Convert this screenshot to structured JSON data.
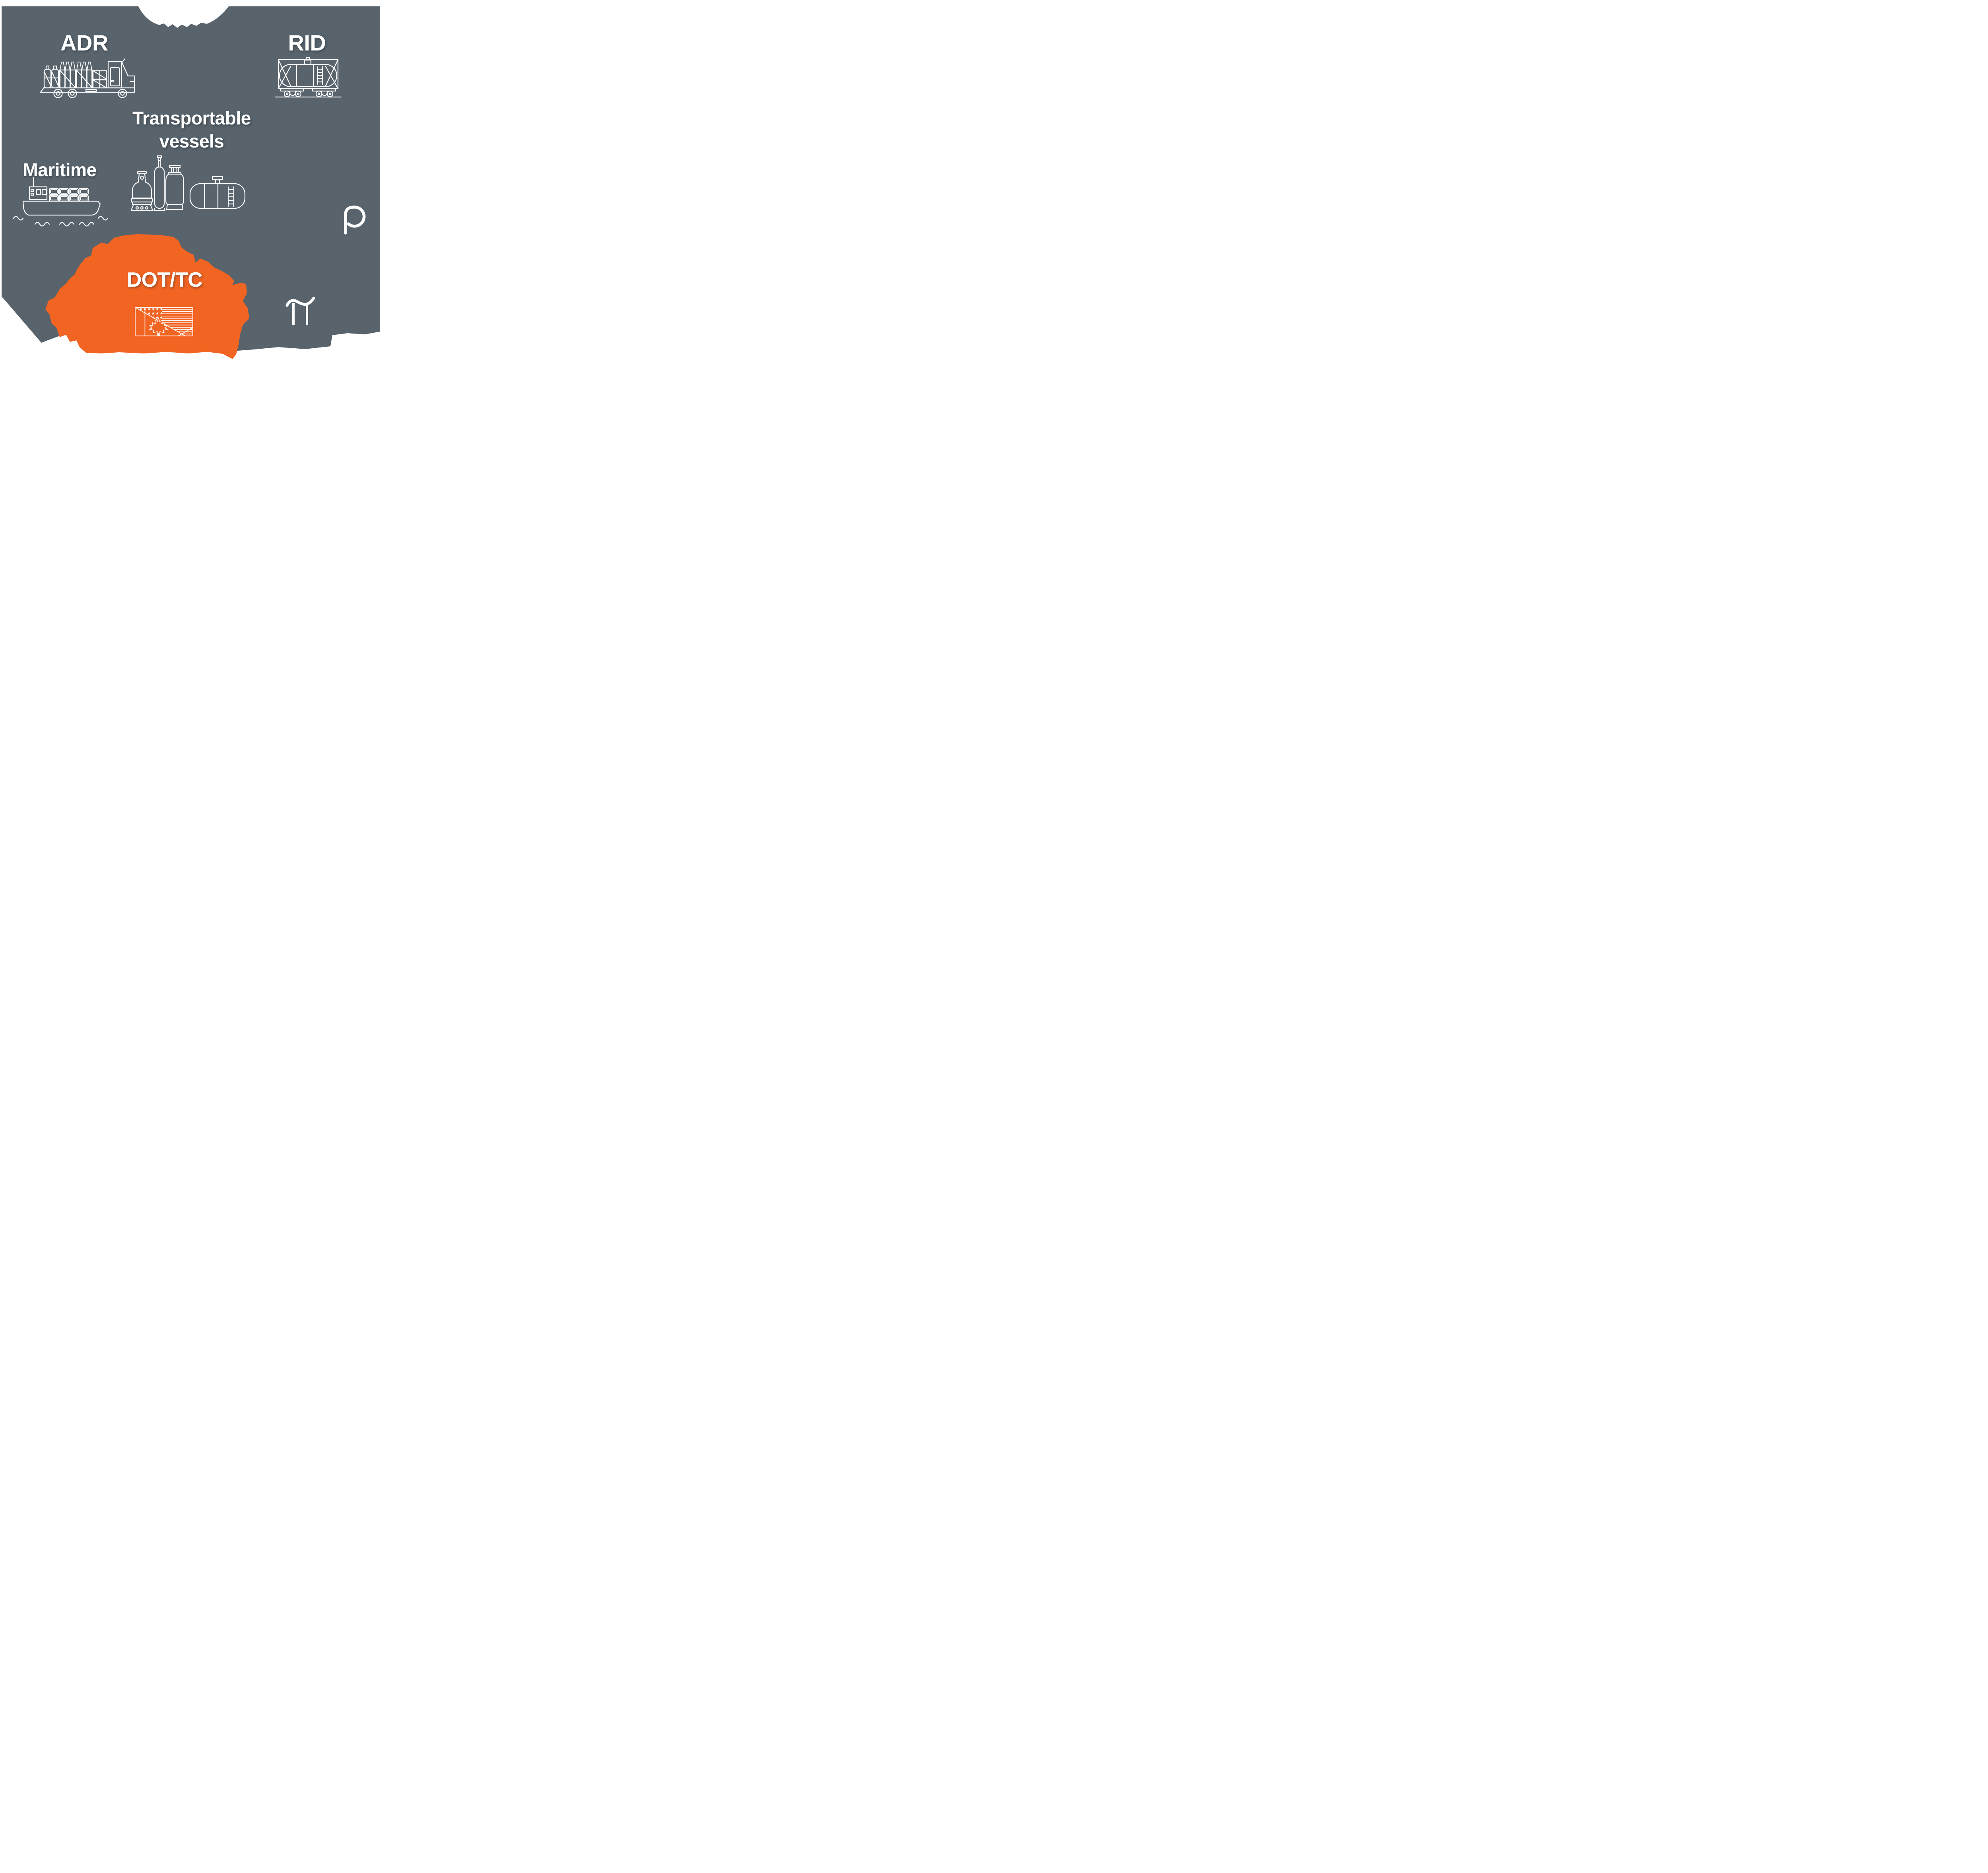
{
  "diagram": {
    "background_color": "#ffffff",
    "panel_color": "#58636C",
    "highlight_color": "#F26422",
    "line_color": "#ffffff"
  },
  "sections": {
    "adr": {
      "label": "ADR",
      "icon": "gas-cylinder-truck-icon",
      "highlighted": false
    },
    "rid": {
      "label": "RID",
      "icon": "rail-tank-car-icon",
      "highlighted": false
    },
    "transportable_vessels": {
      "label": "Transportable vessels",
      "icon": "pressure-vessels-icon",
      "highlighted": false
    },
    "maritime": {
      "label": "Maritime",
      "icon": "container-ship-icon",
      "highlighted": false
    },
    "dot_tc": {
      "label": "DOT/TC",
      "icon": "us-canada-flag-icon",
      "highlighted": true
    }
  },
  "symbols": {
    "rho": "rho-symbol",
    "pi": "pi-symbol"
  }
}
